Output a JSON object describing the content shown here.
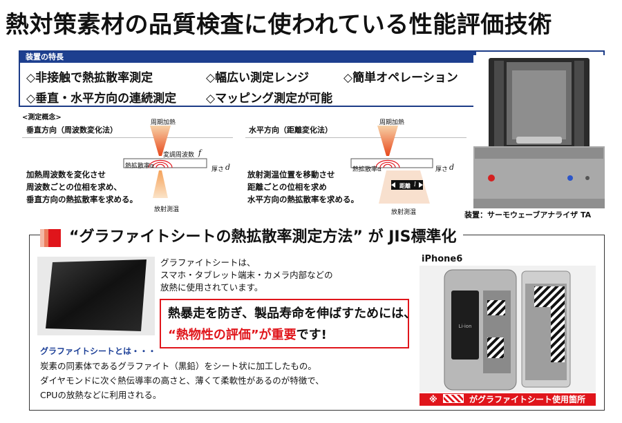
{
  "title": "熱対策素材の品質検査に使われている性能評価技術",
  "features": {
    "heading": "装置の特長",
    "items": [
      "◇非接触で熱拡散率測定",
      "◇幅広い測定レンジ",
      "◇簡単オペレーション",
      "◇垂直・水平方向の連続測定",
      "◇マッピング測定が可能"
    ]
  },
  "device": {
    "caption": "装置：サーモウェーブアナライザ TA"
  },
  "concept": {
    "heading": "<測定概念>",
    "vertical": {
      "title": "垂直方向（周波数変化法）",
      "periodic_heating": "周期加熱",
      "modulation_frequency": "変調周波数",
      "frequency_symbol": "f",
      "diffusivity": "熱拡散率α",
      "thickness": "厚さ",
      "thickness_symbol": "d",
      "radiation_temp": "放射測温",
      "desc": [
        "加熱周波数を変化させ",
        "周波数ごとの位相を求め、",
        "垂直方向の熱拡散率を求める。"
      ]
    },
    "horizontal": {
      "title": "水平方向（距離変化法）",
      "periodic_heating": "周期加熱",
      "diffusivity": "熱拡散率α",
      "thickness": "厚さ",
      "thickness_symbol": "d",
      "distance": "距離",
      "distance_symbol": "l",
      "radiation_temp": "放射測温",
      "desc": [
        "放射測温位置を移動させ",
        "距離ごとの位相を求め",
        "水平方向の熱拡散率を求める。"
      ]
    }
  },
  "jis": {
    "title": "“グラファイトシートの熱拡散率測定方法” が JIS標準化",
    "usage_text": [
      "グラファイトシートは、",
      "スマホ・タブレット端末・カメラ内部などの",
      "放熱に使用されています。"
    ],
    "red_box": {
      "line1": "熱暴走を防ぎ、製品寿命を伸ばすためには、",
      "line2_red": "“熱物性の評価”が重要",
      "line2_black": "です!"
    },
    "about_heading": "グラファイトシートとは・・・",
    "about_text": [
      "炭素の同素体であるグラファイト（黒鉛）をシート状に加工したもの。",
      "ダイヤモンドに次ぐ熱伝導率の高さと、薄くて柔軟性があるのが特徴で、",
      "CPUの放熱などに利用される。"
    ],
    "iphone_label": "iPhone6",
    "usage_legend_mark": "※",
    "usage_legend": "がグラファイトシート使用箇所",
    "battery_label": "Li-ion"
  }
}
